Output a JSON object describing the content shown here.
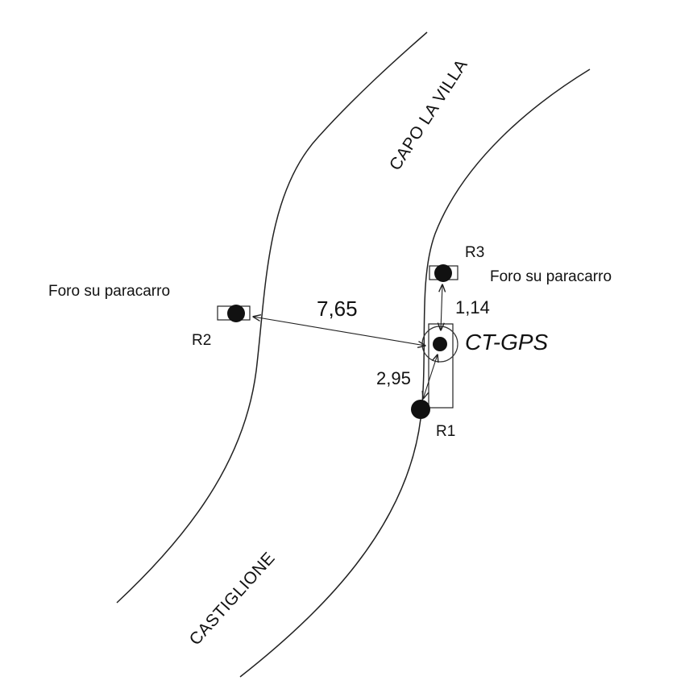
{
  "road": {
    "north_name": "CAPO LA VILLA",
    "south_name": "CASTIGLIONE"
  },
  "points": {
    "r1": {
      "label": "R1"
    },
    "r2": {
      "label": "R2",
      "note": "Foro su paracarro"
    },
    "r3": {
      "label": "R3",
      "note": "Foro su paracarro"
    },
    "station": {
      "label": "CT-GPS"
    }
  },
  "distances": {
    "r2_station": "7,65",
    "r3_station": "1,14",
    "r1_station": "2,95"
  },
  "colors": {
    "ink": "#111111",
    "background": "#ffffff"
  }
}
